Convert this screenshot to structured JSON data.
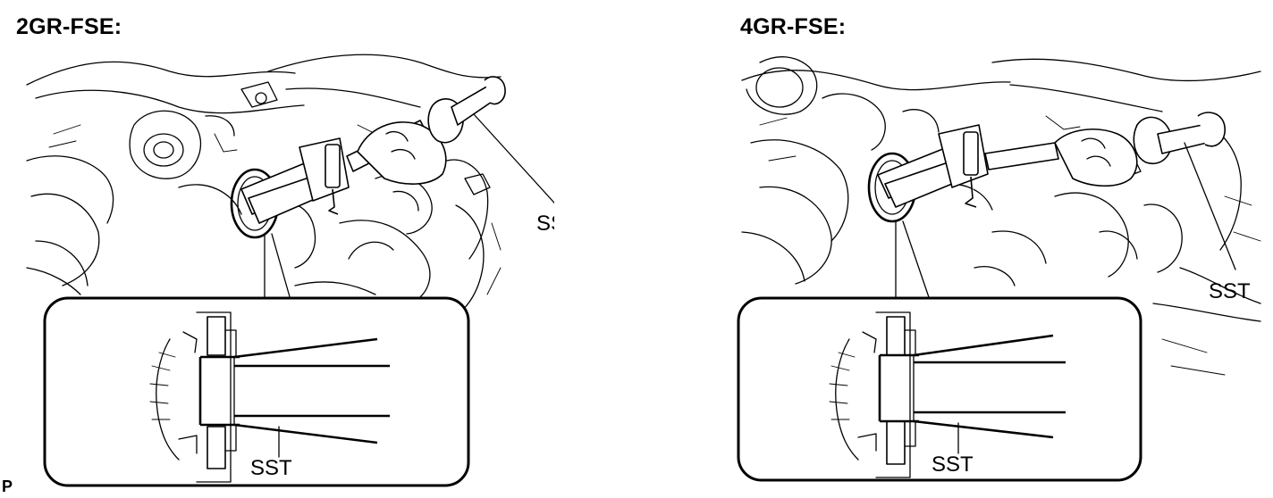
{
  "panels": [
    {
      "title": "2GR-FSE:",
      "tool_label": "SST",
      "detail_label": "SST"
    },
    {
      "title": "4GR-FSE:",
      "tool_label": "SST",
      "detail_label": "SST"
    }
  ],
  "figure_id": "P"
}
